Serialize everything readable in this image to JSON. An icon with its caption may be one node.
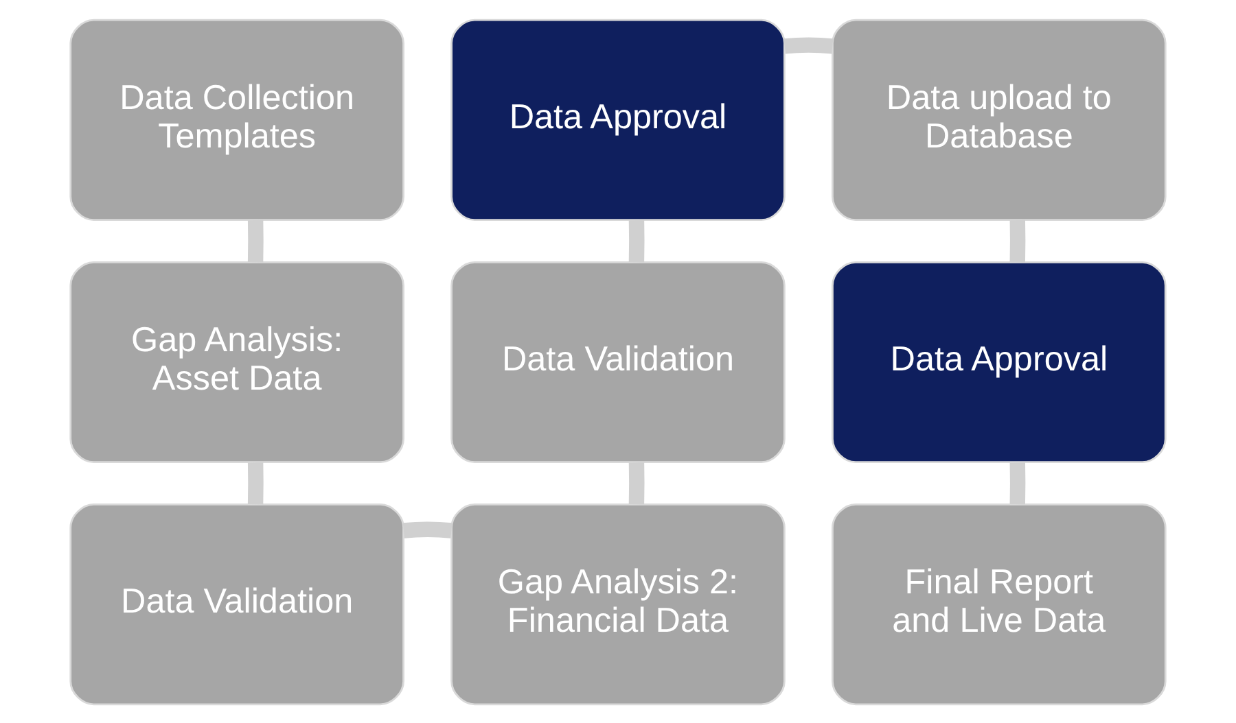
{
  "diagram": {
    "nodes": [
      {
        "text": [
          "Data Collection Templates"
        ]
      },
      {
        "text": [
          "Data Approval"
        ]
      },
      {
        "text": [
          "Data upload to Database"
        ]
      },
      {
        "text": [
          "Gap Analysis: Asset Data"
        ]
      },
      {
        "text": [
          "Data Validation"
        ]
      },
      {
        "text": [
          "Data Approval"
        ]
      },
      {
        "text": [
          "Data Validation"
        ]
      },
      {
        "text": [
          "Gap Analysis 2: Financial Data"
        ]
      },
      {
        "text": [
          "Final Report and Live Data"
        ]
      }
    ],
    "edges": [
      {
        "from": 0,
        "to": 3,
        "arrow": "none"
      },
      {
        "from": 3,
        "to": 6,
        "arrow": "none"
      },
      {
        "from": 6,
        "to": 7,
        "arrow": "none"
      },
      {
        "from": 7,
        "to": 4,
        "arrow": "none"
      },
      {
        "from": 4,
        "to": 1,
        "arrow": "none"
      },
      {
        "from": 1,
        "to": 2,
        "arrow": "none"
      },
      {
        "from": 2,
        "to": 5,
        "arrow": "none"
      },
      {
        "from": 5,
        "to": 8,
        "arrow": "none"
      }
    ]
  }
}
